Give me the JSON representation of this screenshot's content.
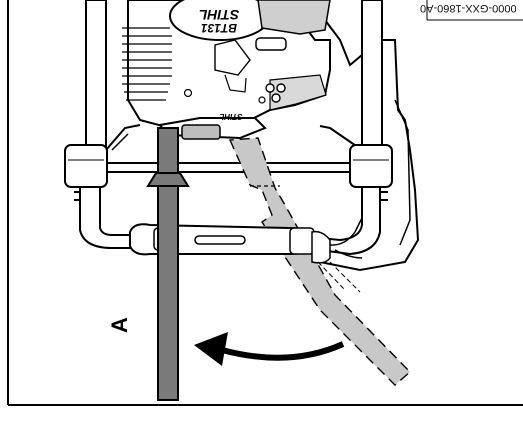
{
  "figure": {
    "code": "0000-GXX-1860-A0",
    "label_a": "A",
    "engine_brand": "STIHL",
    "engine_model": "BT131",
    "small_brand": "STIHL"
  }
}
